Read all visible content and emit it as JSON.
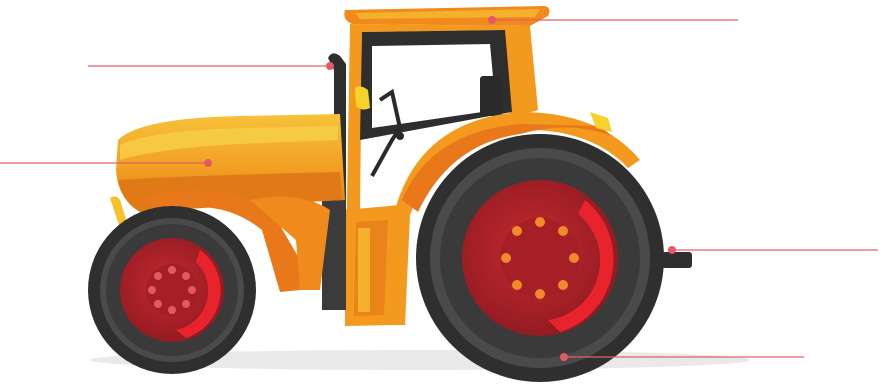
{
  "figure": {
    "subject": "tractor",
    "colors": {
      "body_orange": "#f08a1c",
      "body_light": "#f6b52a",
      "cab_frame": "#f39a1e",
      "dark": "#2b2b2b",
      "tire": "#3a3a3a",
      "rim_red": "#b8232a",
      "rim_bright": "#e8232b",
      "callout": "#e0606a"
    },
    "callouts": [
      {
        "id": "roof",
        "label": ""
      },
      {
        "id": "exhaust",
        "label": ""
      },
      {
        "id": "hood",
        "label": ""
      },
      {
        "id": "rear-hitch",
        "label": ""
      },
      {
        "id": "rear-wheel",
        "label": ""
      }
    ]
  }
}
